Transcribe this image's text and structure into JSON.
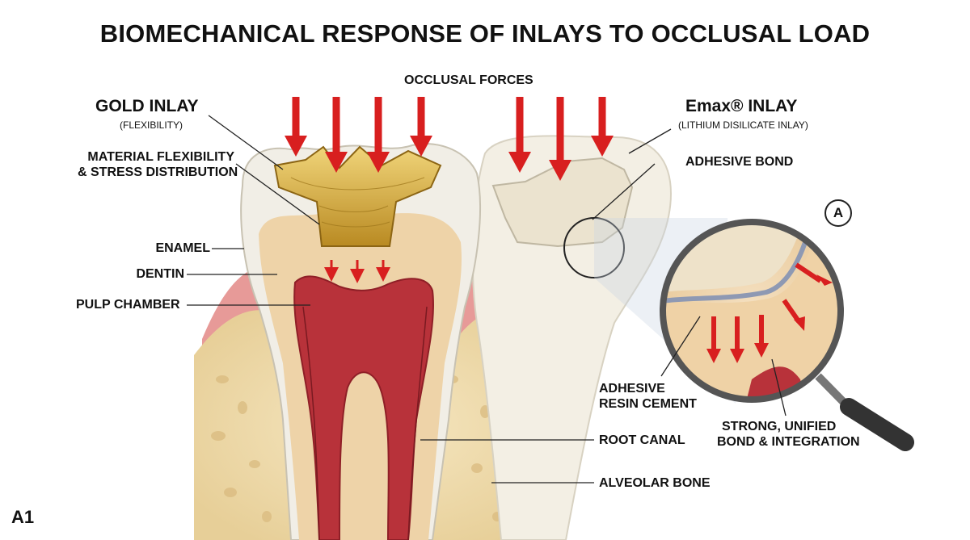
{
  "title": "BIOMECHANICAL RESPONSE OF INLAYS TO OCCLUSAL LOAD",
  "occlusal_forces": "OCCLUSAL FORCES",
  "gold": {
    "title": "GOLD INLAY",
    "sub": "(FLEXIBILITY)"
  },
  "flex": {
    "line1": "MATERIAL FLEXIBILITY",
    "line2": "& STRESS DISTRIBUTION"
  },
  "emax": {
    "title": "Emax® INLAY",
    "sub": "(LITHIUM DISILICATE INLAY)"
  },
  "adhesive_bond": "ADHESIVE BOND",
  "enamel": "ENAMEL",
  "dentin": "DENTIN",
  "pulp": "PULP CHAMBER",
  "cement": {
    "line1": "ADHESIVE",
    "line2": "RESIN CEMENT"
  },
  "strong": {
    "line1": "STRONG, UNIFIED",
    "line2": "BOND & INTEGRATION"
  },
  "root_canal": "ROOT CANAL",
  "alveolar": "ALVEOLAR BONE",
  "callout": "A",
  "corner": "A1",
  "colors": {
    "force_arrow": "#d81f1f",
    "gold": "#d6ad3c",
    "enamel": "#f1eee6",
    "dentin": "#eed3a8",
    "pulp": "#b8323a",
    "gum": "#e79a98",
    "bone": "#efdcae"
  }
}
